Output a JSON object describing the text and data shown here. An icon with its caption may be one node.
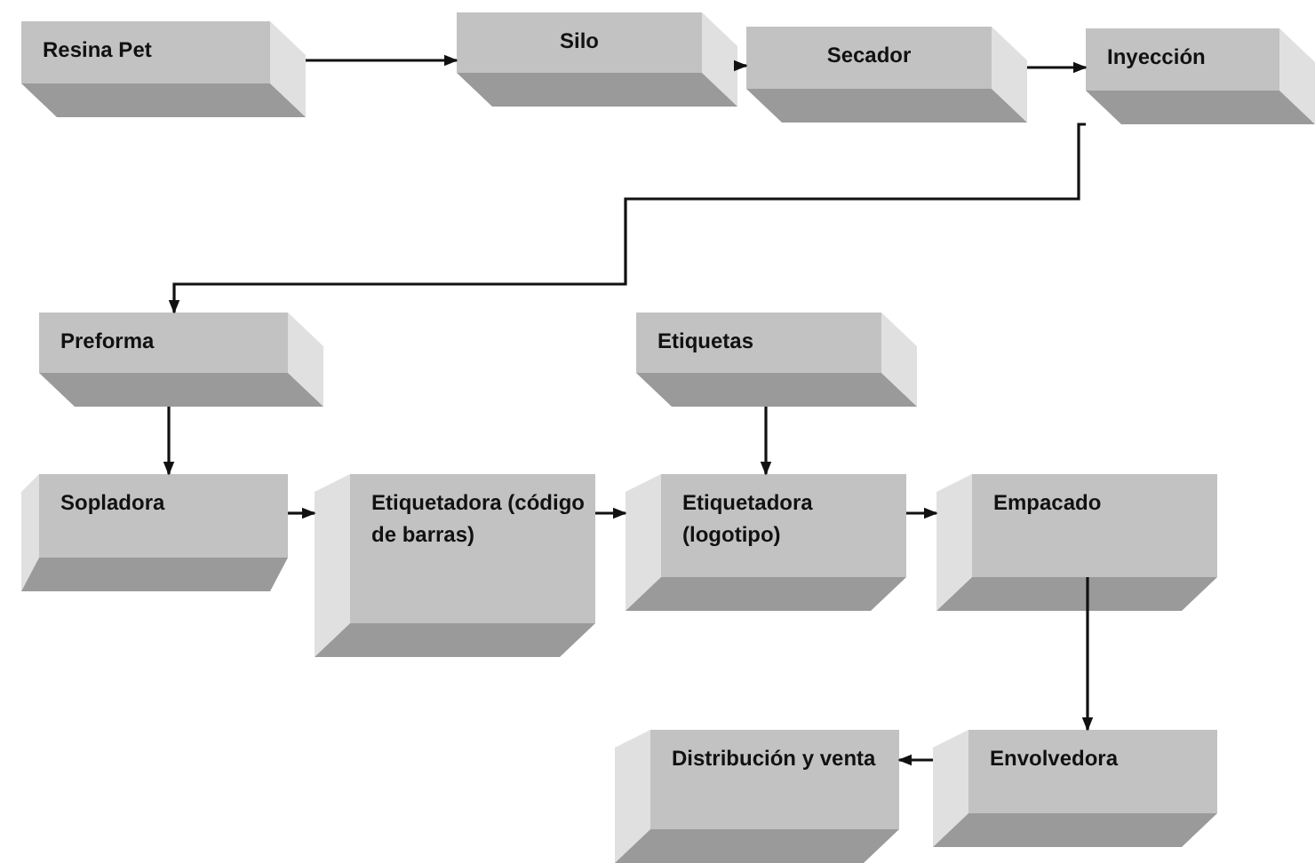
{
  "diagram": {
    "nodes": [
      {
        "text": [
          "Resina Pet"
        ]
      },
      {
        "text": [
          "Silo"
        ]
      },
      {
        "text": [
          "Secador"
        ]
      },
      {
        "text": [
          "Inyección"
        ]
      },
      {
        "text": [
          "Preforma"
        ]
      },
      {
        "text": [
          "Etiquetas"
        ]
      },
      {
        "text": [
          "Sopladora"
        ]
      },
      {
        "text": [
          "Etiquetadora (código de barras)"
        ]
      },
      {
        "text": [
          "Etiquetadora (logotipo)"
        ]
      },
      {
        "text": [
          "Empacado"
        ]
      },
      {
        "text": [
          "Distribución y venta"
        ]
      },
      {
        "text": [
          "Envolvedora"
        ]
      }
    ],
    "edges": [
      {
        "from": 0,
        "to": 1,
        "arrow": "to"
      },
      {
        "from": 1,
        "to": 2,
        "arrow": "to"
      },
      {
        "from": 2,
        "to": 3,
        "arrow": "to"
      },
      {
        "from": 3,
        "to": 4,
        "arrow": "to"
      },
      {
        "from": 4,
        "to": 6,
        "arrow": "to"
      },
      {
        "from": 5,
        "to": 8,
        "arrow": "to"
      },
      {
        "from": 6,
        "to": 7,
        "arrow": "to"
      },
      {
        "from": 7,
        "to": 8,
        "arrow": "to"
      },
      {
        "from": 8,
        "to": 9,
        "arrow": "to"
      },
      {
        "from": 9,
        "to": 11,
        "arrow": "to"
      },
      {
        "from": 11,
        "to": 10,
        "arrow": "to"
      }
    ]
  }
}
